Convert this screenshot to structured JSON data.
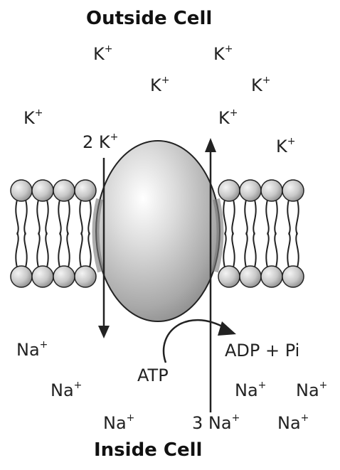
{
  "titles": {
    "top": "Outside Cell",
    "bottom": "Inside Cell"
  },
  "outside_ions": {
    "ion": "K",
    "charge": "+",
    "count_label": "2 K"
  },
  "inside_ions": {
    "ion": "Na",
    "charge": "+",
    "count_label": "3 Na"
  },
  "reaction": {
    "reactant": "ATP",
    "products": "ADP + Pi"
  }
}
